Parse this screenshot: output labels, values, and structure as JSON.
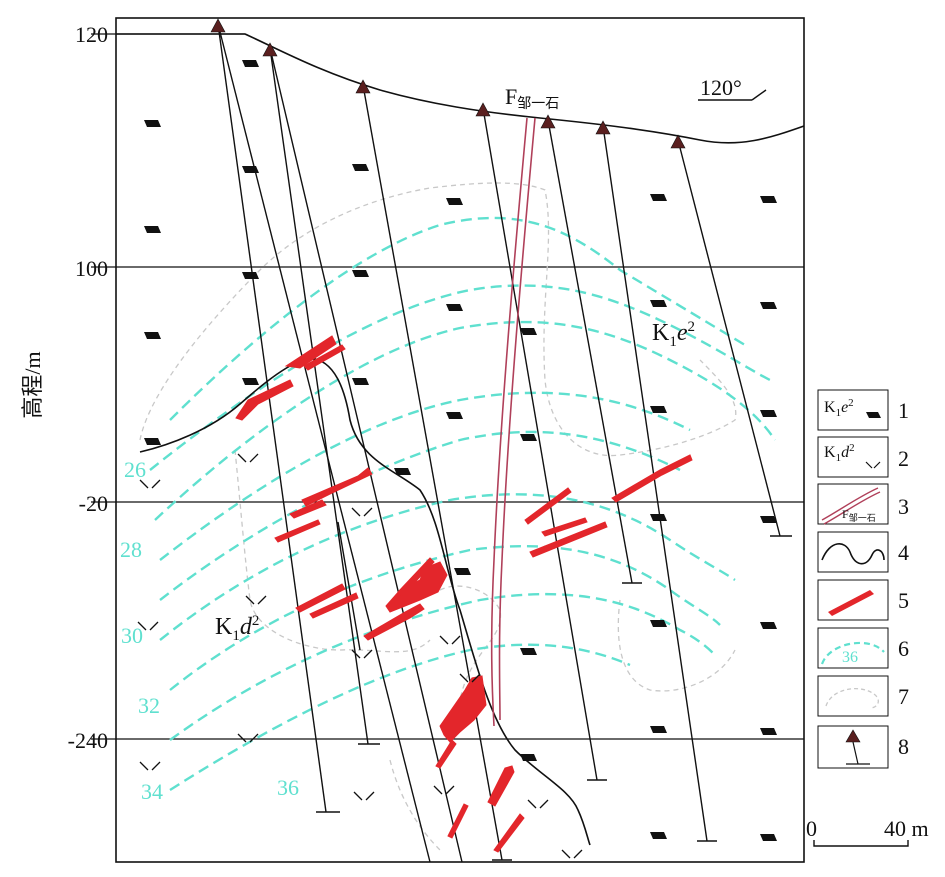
{
  "y_axis": {
    "label": "高程/m",
    "ticks": [
      "120",
      "100",
      "-20",
      "-240"
    ]
  },
  "section": {
    "orientation": "120°",
    "fault_main": "F",
    "fault_sub": "邹一石",
    "unit_upper_main": "K",
    "unit_upper_sub": "1",
    "unit_upper_ital": "e",
    "unit_upper_sup": "2",
    "unit_lower_main": "K",
    "unit_lower_sub": "1",
    "unit_lower_ital": "d",
    "unit_lower_sup": "2",
    "contour_labels": [
      "26",
      "28",
      "30",
      "32",
      "34",
      "36"
    ]
  },
  "legend": {
    "items": [
      {
        "number": "1",
        "text_main": "K",
        "text_sub": "1",
        "text_ital": "e",
        "text_sup": "2"
      },
      {
        "number": "2",
        "text_main": "K",
        "text_sub": "1",
        "text_ital": "d",
        "text_sup": "2"
      },
      {
        "number": "3",
        "text_main": "F",
        "text_sub": "邹一石"
      },
      {
        "number": "4"
      },
      {
        "number": "5"
      },
      {
        "number": "6",
        "text_main": "36"
      },
      {
        "number": "7"
      },
      {
        "number": "8"
      }
    ]
  },
  "scale": {
    "zero": "0",
    "value": "40 m"
  },
  "colors": {
    "orebody": "#e3262b",
    "fault": "#b0405a",
    "contour": "#5fe0cf",
    "alteration": "#c8c8c8",
    "drill_marker": "#5a1f1f"
  }
}
